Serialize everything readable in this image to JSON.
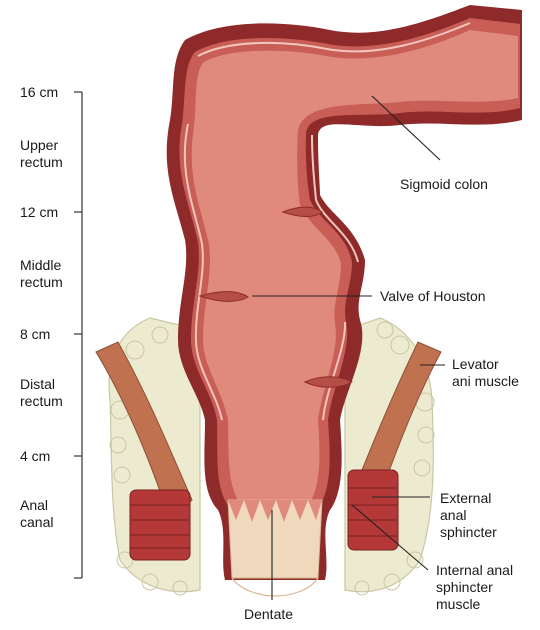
{
  "scale": {
    "ticks": [
      {
        "label": "16 cm"
      },
      {
        "label": "12 cm"
      },
      {
        "label": "8 cm"
      },
      {
        "label": "4 cm"
      }
    ],
    "segments": [
      {
        "label": "Upper\nrectum"
      },
      {
        "label": "Middle\nrectum"
      },
      {
        "label": "Distal\nrectum"
      },
      {
        "label": "Anal\ncanal"
      }
    ]
  },
  "callouts": {
    "sigmoid": "Sigmoid colon",
    "valve": "Valve of Houston",
    "levator": "Levator\nani muscle",
    "external": "External\nanal\nsphincter",
    "internal": "Internal anal\nsphincter\nmuscle",
    "dentate": "Dentate"
  },
  "colors": {
    "wall_outer": "#8e2a2a",
    "wall_mid": "#c85e56",
    "lumen": "#e08a7e",
    "fat": "#ecebcf",
    "muscle": "#b43838",
    "skin": "#f0d8bc"
  }
}
